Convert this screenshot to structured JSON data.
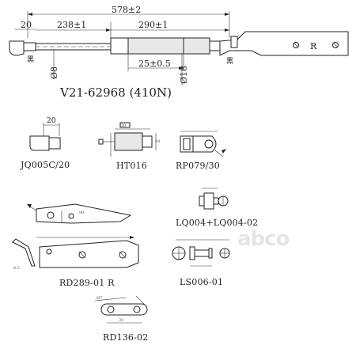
{
  "title": "V21-62968 (410N)",
  "dimensions": {
    "overall_length": "578±2",
    "pin_offset": "20",
    "tube_length": "238±1",
    "rod_length": "290±1",
    "stroke": "25±0.5",
    "dia_rod": "Ø8",
    "dia_tube": "Ø18",
    "color_left": "黑",
    "color_right": "黑",
    "bracket_mark": "R"
  },
  "parts": [
    {
      "code": "JQ005C/20",
      "dimension": "20"
    },
    {
      "code": "HT016"
    },
    {
      "code": "RP079/30"
    },
    {
      "code": "LQ004+LQ004-02"
    },
    {
      "code": "LS006-01"
    },
    {
      "code": "RD289-01 R"
    },
    {
      "code": "RD136-02"
    }
  ],
  "watermark": "abco"
}
